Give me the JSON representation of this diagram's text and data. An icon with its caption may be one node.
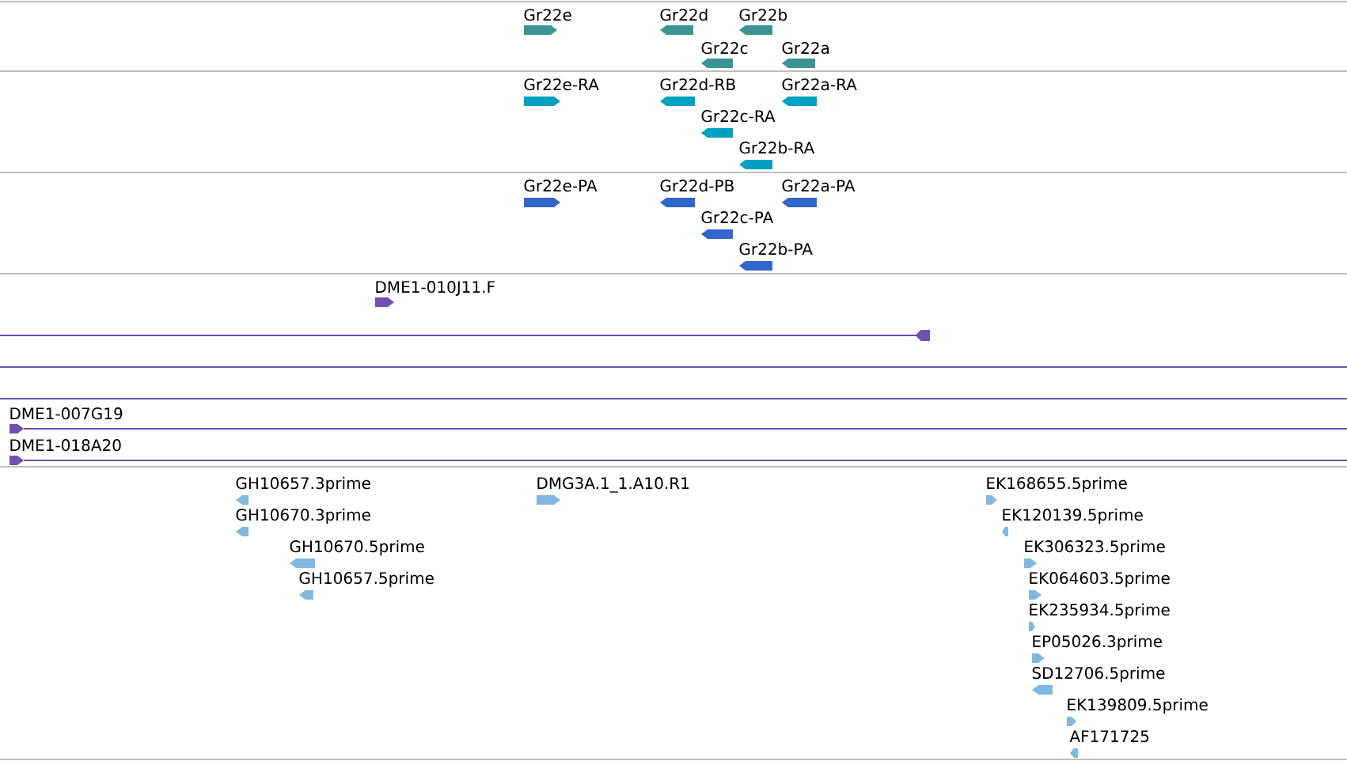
{
  "diagram": {
    "nodes": [
      {
        "text": [
          "Gr22e"
        ]
      },
      {
        "text": [
          "Gr22d"
        ]
      },
      {
        "text": [
          "Gr22b"
        ]
      },
      {
        "text": [
          "Gr22c"
        ]
      },
      {
        "text": [
          "Gr22a"
        ]
      },
      {
        "text": [
          "Gr22e-RA"
        ]
      },
      {
        "text": [
          "Gr22d-RB"
        ]
      },
      {
        "text": [
          "Gr22a-RA"
        ]
      },
      {
        "text": [
          "Gr22c-RA"
        ]
      },
      {
        "text": [
          "Gr22b-RA"
        ]
      },
      {
        "text": [
          "Gr22e-PA"
        ]
      },
      {
        "text": [
          "Gr22d-PB"
        ]
      },
      {
        "text": [
          "Gr22a-PA"
        ]
      },
      {
        "text": [
          "Gr22c-PA"
        ]
      },
      {
        "text": [
          "Gr22b-PA"
        ]
      },
      {
        "text": [
          "DME1-010J11.F"
        ]
      },
      {
        "text": [
          "DME1-007G19"
        ]
      },
      {
        "text": [
          "DME1-018A20"
        ]
      },
      {
        "text": [
          "GH10657.3prime"
        ]
      },
      {
        "text": [
          "DMG3A.1_1.A10.R1"
        ]
      },
      {
        "text": [
          "EK168655.5prime"
        ]
      },
      {
        "text": [
          "GH10670.3prime"
        ]
      },
      {
        "text": [
          "EK120139.5prime"
        ]
      },
      {
        "text": [
          "GH10670.5prime"
        ]
      },
      {
        "text": [
          "EK306323.5prime"
        ]
      },
      {
        "text": [
          "GH10657.5prime"
        ]
      },
      {
        "text": [
          "EK064603.5prime"
        ]
      },
      {
        "text": [
          "EK235934.5prime"
        ]
      },
      {
        "text": [
          "EP05026.3prime"
        ]
      },
      {
        "text": [
          "SD12706.5prime"
        ]
      },
      {
        "text": [
          "EK139809.5prime"
        ]
      },
      {
        "text": [
          "AF171725"
        ]
      }
    ]
  }
}
